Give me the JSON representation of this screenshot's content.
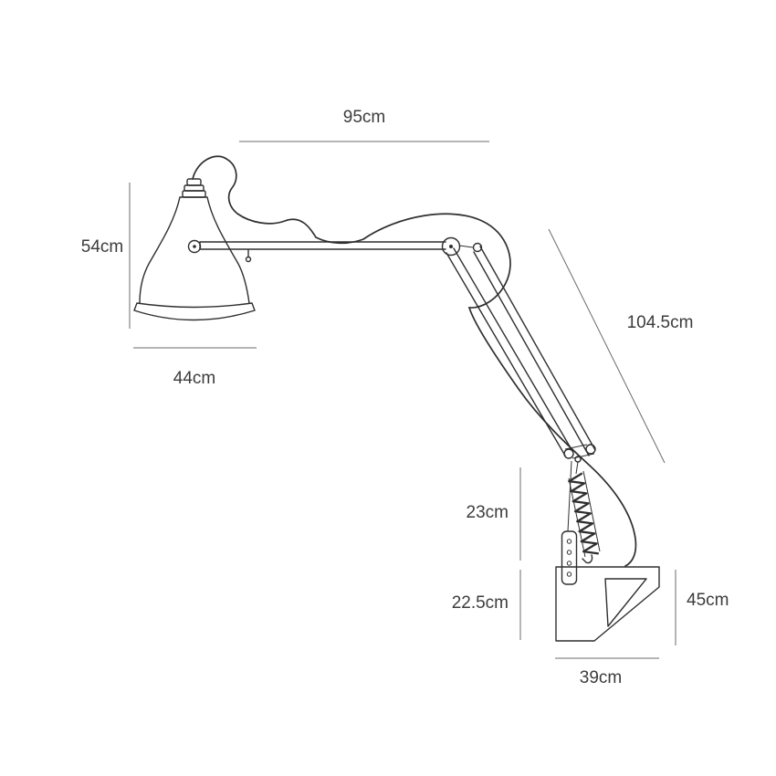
{
  "diagram": {
    "colors": {
      "background": "#ffffff",
      "artwork_line": "#2f2f2f",
      "dimension_line": "#6b6b6b",
      "label_text": "#3c3c3c"
    },
    "dimensions": {
      "overall_width": "95cm",
      "shade_height": "54cm",
      "shade_diameter": "44cm",
      "arm_reach": "104.5cm",
      "spring_bracket_upper": "23cm",
      "spring_bracket_lower": "22.5cm",
      "wall_bracket_height": "45cm",
      "wall_bracket_depth": "39cm"
    }
  }
}
